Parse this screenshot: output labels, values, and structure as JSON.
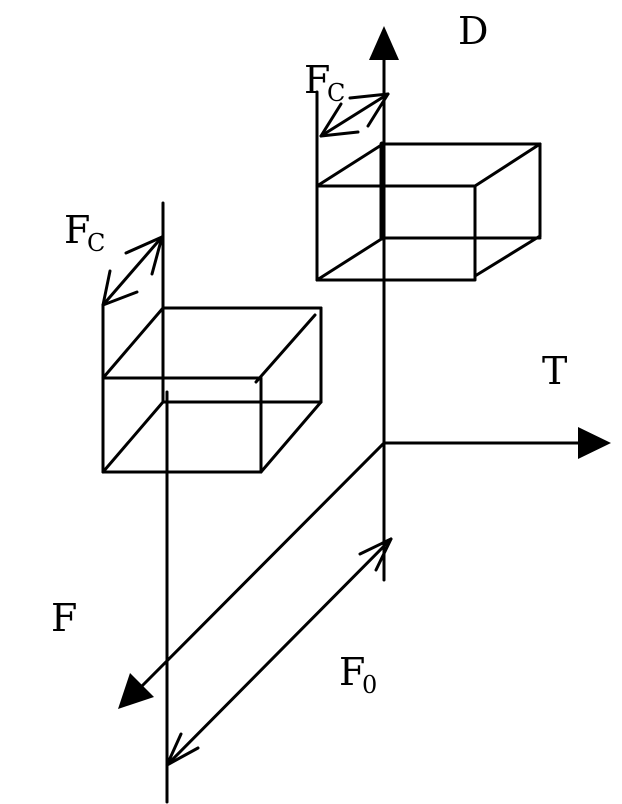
{
  "labels": {
    "axis_d": "D",
    "axis_t": "T",
    "axis_f": "F",
    "fc_top": {
      "main": "F",
      "sub": "C"
    },
    "fc_left": {
      "main": "F",
      "sub": "C"
    },
    "f0": {
      "main": "F",
      "sub": "0"
    }
  },
  "colors": {
    "stroke": "#000000",
    "background": "#ffffff"
  }
}
